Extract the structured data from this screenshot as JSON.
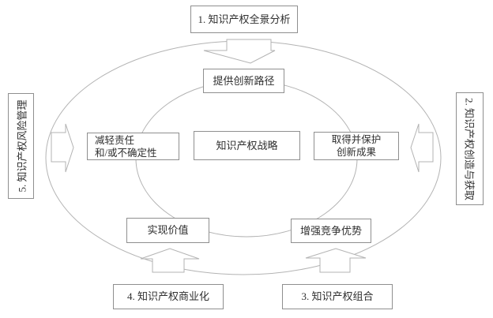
{
  "diagram": {
    "outer_steps": {
      "step1": "1. 知识产权全景分析",
      "step2": "2. 知识产权创造与获取",
      "step3": "3. 知识产权组合",
      "step4": "4. 知识产权商业化",
      "step5": "5. 知识产权风险管理"
    },
    "inner_nodes": {
      "center": "知识产权战略",
      "top": "提供创新路径",
      "left": "减轻责任\n和/或不确定性",
      "right": "取得并保护\n创新成果",
      "bottom_left": "实现价值",
      "bottom_right": "增强竞争优势"
    },
    "colors": {
      "line": "#b3b3b3",
      "box_border": "#8f8f8f",
      "text": "#2f2f2f",
      "background": "#ffffff"
    }
  }
}
